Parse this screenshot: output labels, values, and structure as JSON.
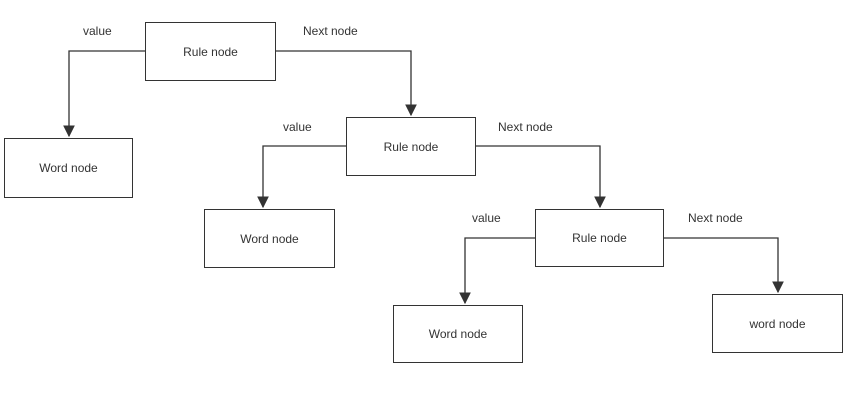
{
  "diagram": {
    "type": "linked-list-parse-tree",
    "colors": {
      "background": "#ffffff",
      "stroke": "#333333",
      "text": "#333333",
      "node_fill": "#ffffff"
    },
    "nodes": {
      "rule1": {
        "label": "Rule node"
      },
      "word1": {
        "label": "Word node"
      },
      "rule2": {
        "label": "Rule node"
      },
      "word2": {
        "label": "Word node"
      },
      "rule3": {
        "label": "Rule node"
      },
      "word3": {
        "label": "Word node"
      },
      "word4": {
        "label": "word node"
      }
    },
    "edges": {
      "value1": {
        "label": "value",
        "from": "rule1",
        "to": "word1"
      },
      "next1": {
        "label": "Next node",
        "from": "rule1",
        "to": "rule2"
      },
      "value2": {
        "label": "value",
        "from": "rule2",
        "to": "word2"
      },
      "next2": {
        "label": "Next node",
        "from": "rule2",
        "to": "rule3"
      },
      "value3": {
        "label": "value",
        "from": "rule3",
        "to": "word3"
      },
      "next3": {
        "label": "Next node",
        "from": "rule3",
        "to": "word4"
      }
    }
  }
}
